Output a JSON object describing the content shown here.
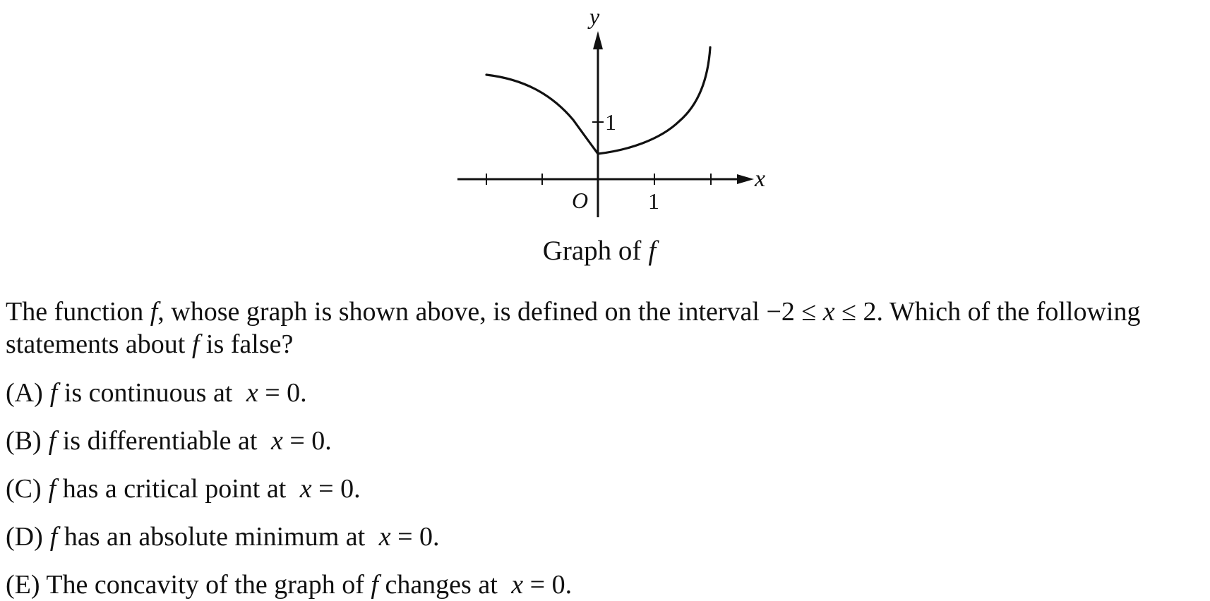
{
  "figure": {
    "axis_x_label": "x",
    "axis_y_label": "y",
    "origin_label": "O",
    "x_tick_label": "1",
    "y_tick_label": "1",
    "caption_text": "Graph of",
    "caption_func": "f"
  },
  "question": {
    "line1_a": "The function ",
    "line1_f": "f",
    "line1_b": ", whose graph is shown above, is defined on the interval −2 ≤ ",
    "line1_x": "x",
    "line1_c": " ≤ 2. Which of the following",
    "line2_a": "statements about ",
    "line2_f": "f",
    "line2_b": " is false?"
  },
  "choices": [
    {
      "letter": "(A)",
      "f": "f",
      "text": " is continuous at ",
      "x": "x",
      "eq": " = 0."
    },
    {
      "letter": "(B)",
      "f": "f",
      "text": " is differentiable at ",
      "x": "x",
      "eq": " = 0."
    },
    {
      "letter": "(C)",
      "f": "f",
      "text": " has a critical point at ",
      "x": "x",
      "eq": " = 0."
    },
    {
      "letter": "(D)",
      "f": "f",
      "text": " has an absolute minimum at ",
      "x": "x",
      "eq": " = 0."
    },
    {
      "letter": "(E)",
      "pre": " The concavity of the graph of ",
      "f": "f",
      "text": " changes at ",
      "x": "x",
      "eq": " = 0."
    }
  ]
}
